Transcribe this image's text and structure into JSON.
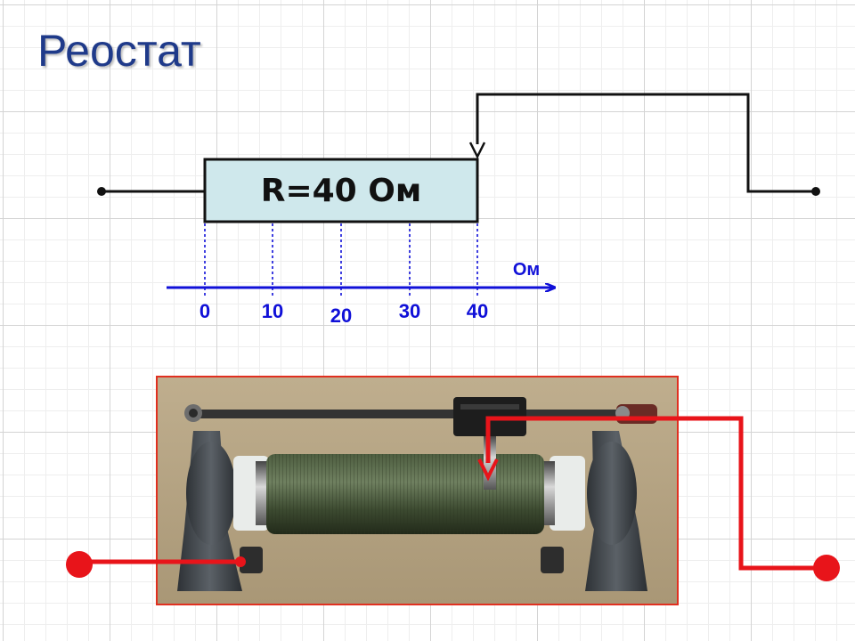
{
  "title": "Реостат",
  "scheme": {
    "resistor_label": "R=40 Ом",
    "axis_unit": "Ом",
    "ticks": [
      "0",
      "10",
      "20",
      "30",
      "40"
    ]
  },
  "colors": {
    "title": "#1f3a8a",
    "axis": "#1010d8",
    "resistor_fill": "#cfe8ec",
    "wire": "#111111",
    "photo_wire": "#e8141a",
    "photo_border": "#e03020"
  }
}
